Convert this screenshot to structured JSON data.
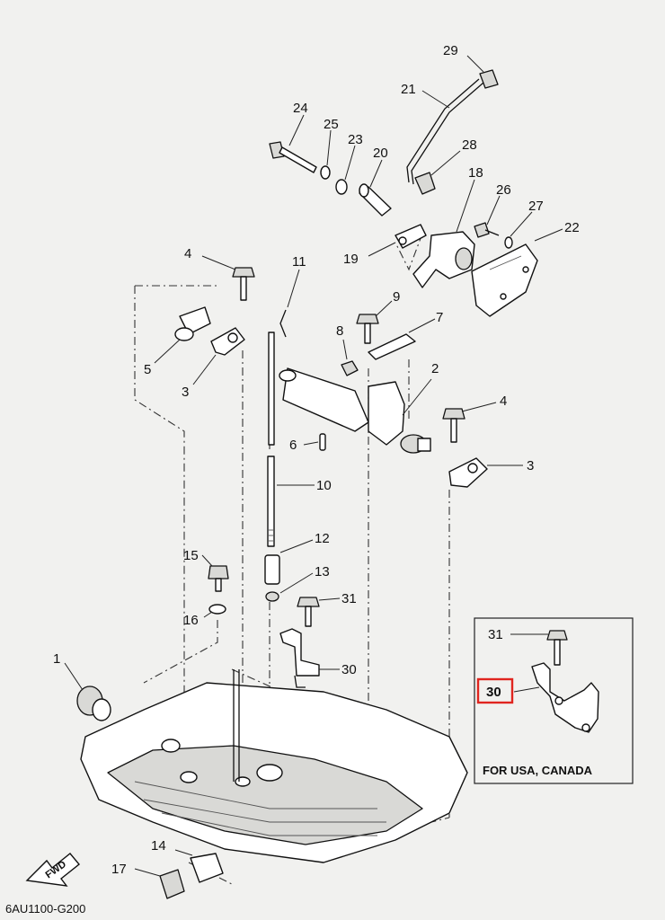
{
  "diagram": {
    "part_numbers": [
      "1",
      "2",
      "3",
      "3",
      "4",
      "4",
      "5",
      "6",
      "7",
      "8",
      "9",
      "10",
      "11",
      "12",
      "13",
      "14",
      "15",
      "16",
      "17",
      "18",
      "19",
      "20",
      "21",
      "22",
      "23",
      "24",
      "25",
      "26",
      "27",
      "28",
      "29",
      "30",
      "31"
    ],
    "inset": {
      "caption": "FOR USA, CANADA",
      "label_bolt": "31",
      "label_bracket": "30",
      "highlight_color": "#e0251f"
    },
    "fwd_label": "FWD",
    "drawing_code": "6AU1100-G200"
  }
}
